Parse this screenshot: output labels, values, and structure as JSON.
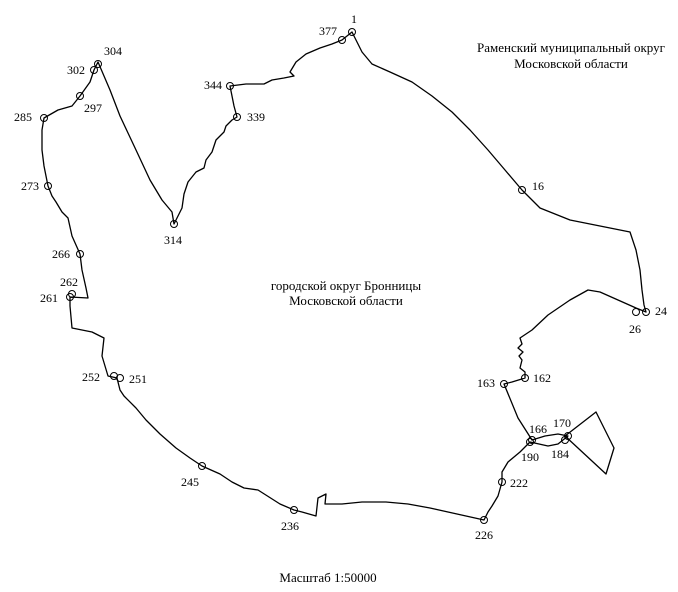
{
  "outer_region": {
    "line1": "Раменский муниципальный округ",
    "line2": "Московской области"
  },
  "inner_region": {
    "line1": "городской округ Бронницы",
    "line2": "Московской области"
  },
  "scale": "Масштаб 1:50000",
  "points": [
    "1",
    "377",
    "16",
    "24",
    "26",
    "162",
    "163",
    "166",
    "170",
    "184",
    "190",
    "222",
    "226",
    "236",
    "245",
    "251",
    "252",
    "261",
    "262",
    "266",
    "273",
    "285",
    "297",
    "302",
    "304",
    "314",
    "344",
    "339"
  ]
}
